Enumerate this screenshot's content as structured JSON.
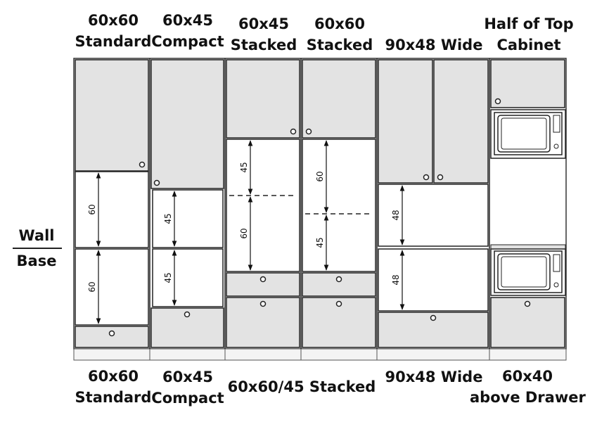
{
  "top_labels": [
    {
      "line1": "60x60",
      "line2": "Standard"
    },
    {
      "line1": "60x45",
      "line2": "Compact"
    },
    {
      "line1": "60x45",
      "line2": "Stacked"
    },
    {
      "line1": "60x60",
      "line2": "Stacked"
    },
    {
      "line1": "",
      "line2": "90x48 Wide"
    },
    {
      "line1": "Half of Top",
      "line2": "Cabinet"
    }
  ],
  "bottom_labels": [
    {
      "line1": "60x60",
      "line2": "Standard"
    },
    {
      "line1": "60x45",
      "line2": "Compact"
    },
    {
      "line1": "60x60/45 Stacked",
      "line2": ""
    },
    {
      "line1": "90x48 Wide",
      "line2": ""
    },
    {
      "line1": "60x40",
      "line2": "above Drawer"
    }
  ],
  "side_label": {
    "top": "Wall",
    "bottom": "Base"
  },
  "dimensions": {
    "col1_top": "60",
    "col1_bottom": "60",
    "col2_top": "45",
    "col2_bottom": "45",
    "col3_top": "45",
    "col3_bottom": "60",
    "col4_top": "60",
    "col4_bottom": "45",
    "col5_top": "48",
    "col5_bottom": "48"
  },
  "colors": {
    "panel": "#e3e3e3",
    "oven": "#ffffff",
    "stroke": "#222222"
  }
}
